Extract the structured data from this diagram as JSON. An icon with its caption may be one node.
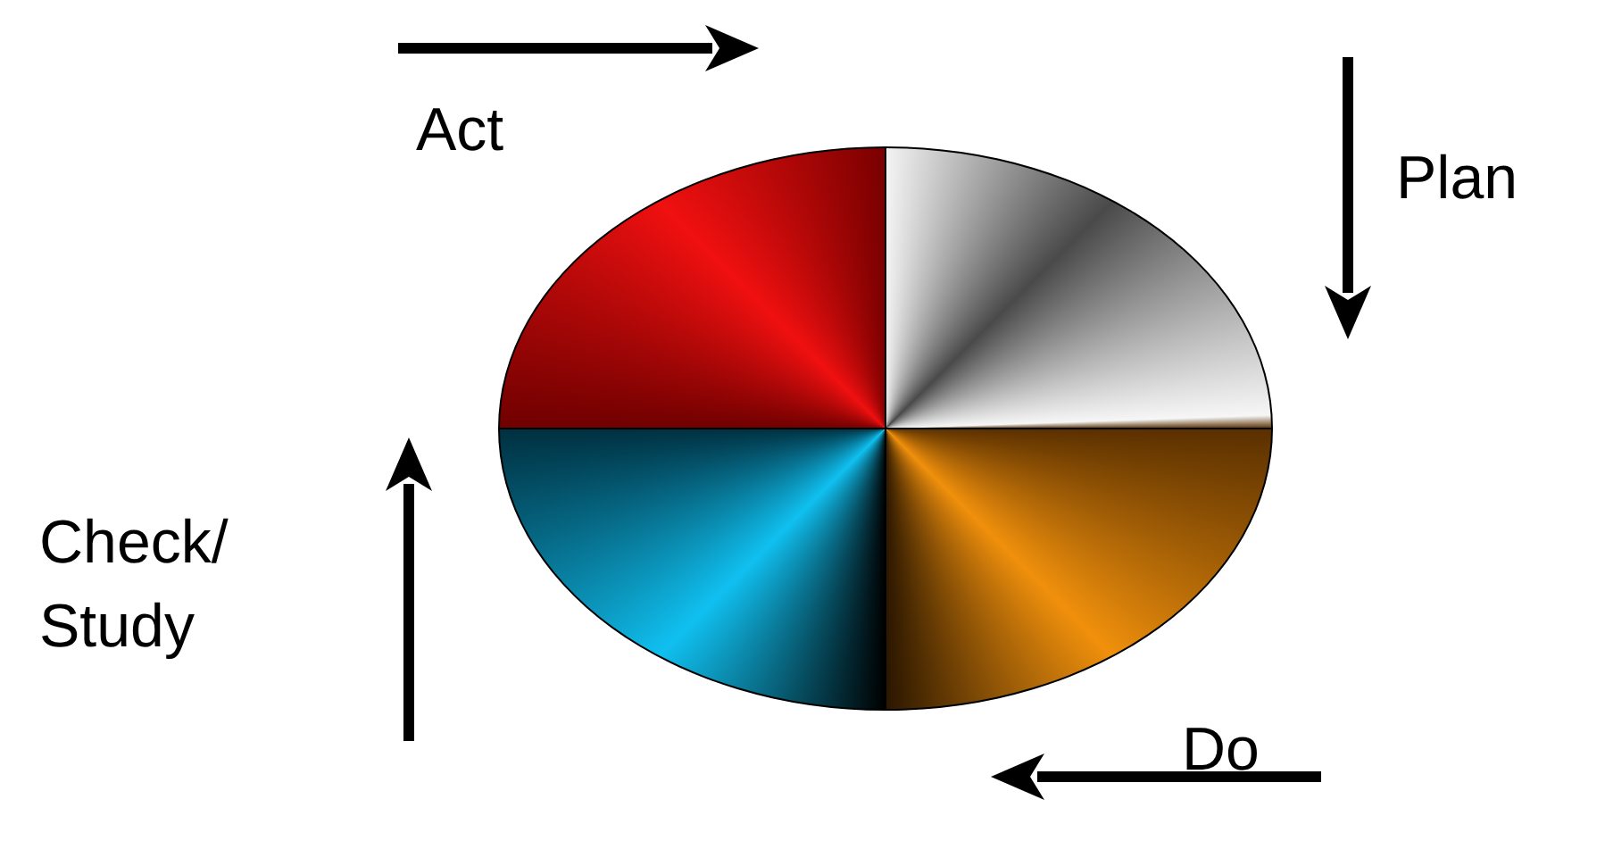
{
  "diagram": {
    "labels": [
      "Act",
      "Plan",
      "Check/ Study",
      "Do"
    ]
  }
}
